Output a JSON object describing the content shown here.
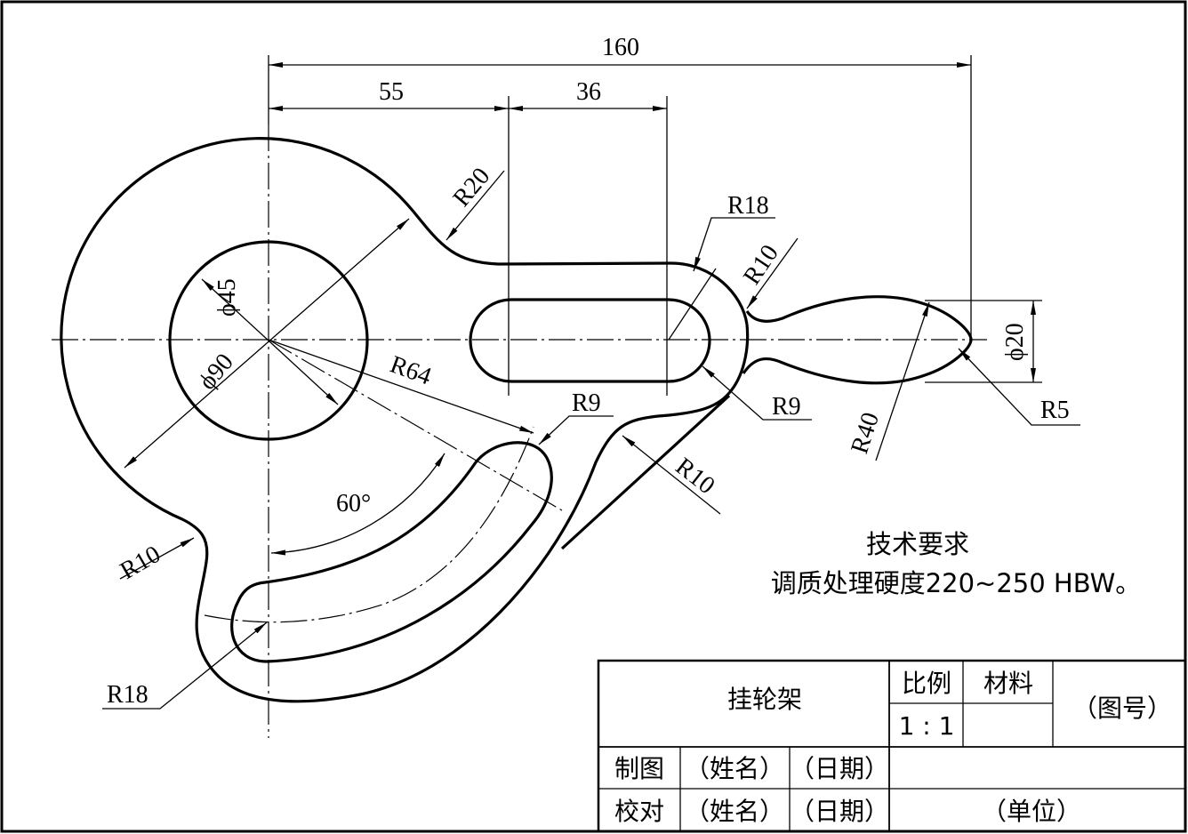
{
  "drawing": {
    "dimensions": {
      "total_length": "160",
      "to_slot": "55",
      "slot_length": "36",
      "fillet_r20": "R20",
      "r18_top": "R18",
      "r10_neck": "R10",
      "phi20": "ϕ20",
      "phi45": "ϕ45",
      "phi90": "ϕ90",
      "r64": "R64",
      "r9_arc": "R9",
      "r9_slot": "R9",
      "r5": "R5",
      "r40": "R40",
      "r10_right": "R10",
      "angle60": "60°",
      "r10_left": "R10",
      "r18_bottom": "R18"
    },
    "requirements": {
      "title": "技术要求",
      "text": "调质处理硬度220~250 HBW。"
    }
  },
  "title_block": {
    "part_name": "挂轮架",
    "scale_label": "比例",
    "material_label": "材料",
    "drawing_no": "（图号）",
    "scale_value": "1 : 1",
    "drawn_label": "制图",
    "checked_label": "校对",
    "name1": "（姓名）",
    "date1": "（日期）",
    "name2": "（姓名）",
    "date2": "（日期）",
    "unit": "（单位）"
  },
  "colors": {
    "line": "#000000",
    "paper": "#ffffff"
  }
}
